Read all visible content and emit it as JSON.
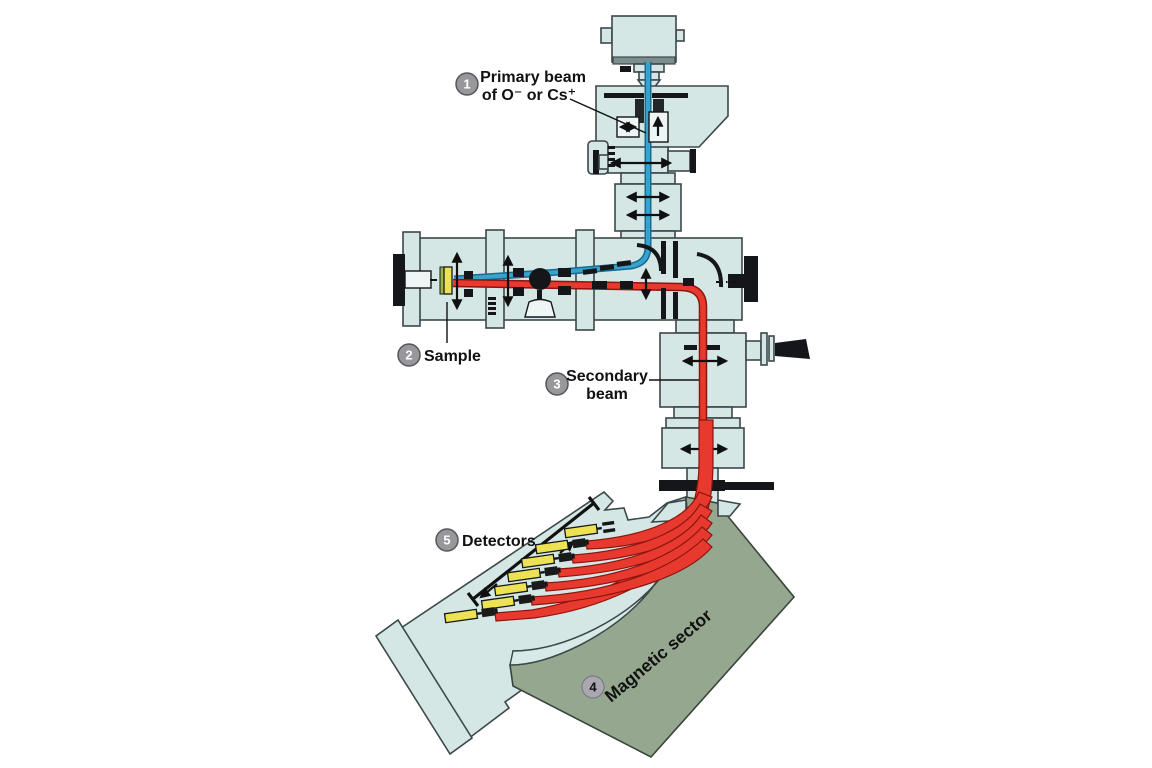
{
  "figure": {
    "labels": {
      "primary_beam": {
        "num": "1",
        "line1": "Primary beam",
        "line2": "of O⁻ or Cs⁺"
      },
      "sample": {
        "num": "2",
        "text": "Sample"
      },
      "secondary_beam": {
        "num": "3",
        "line1": "Secondary",
        "line2": "beam"
      },
      "magnetic_sector": {
        "num": "4",
        "text": "Magnetic sector"
      },
      "detectors": {
        "num": "5",
        "text": "Detectors"
      }
    },
    "colors": {
      "housing": "#d4e7e5",
      "outline": "#3c474b",
      "primary_beam_blue": "#35a3ca",
      "secondary_beam_red": "#e8392f",
      "detector_yellow": "#ece253",
      "magnet_green": "#95a88f",
      "label_circle_gray": "#98989c"
    },
    "detector_count": 7
  }
}
